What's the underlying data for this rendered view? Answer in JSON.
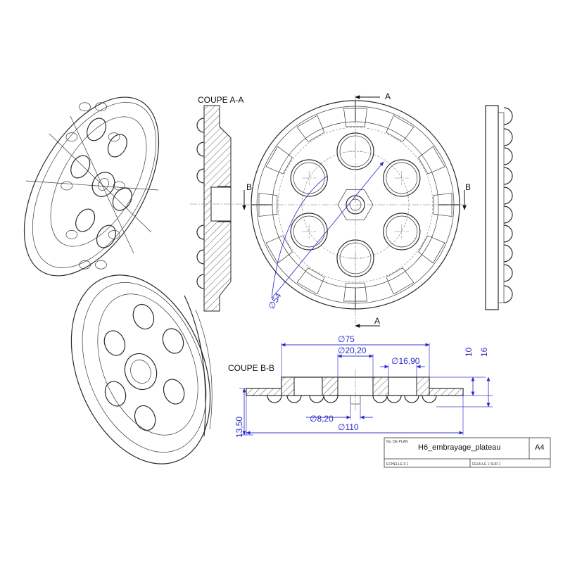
{
  "section_aa": {
    "title": "COUPE A-A"
  },
  "section_bb": {
    "title": "COUPE B-B"
  },
  "markers": {
    "a_top": "A",
    "a_bottom": "A",
    "b_left": "B",
    "b_right": "B"
  },
  "dimensions": {
    "d54": "∅54",
    "d75": "∅75",
    "d20": "∅20,20",
    "d16_90": "∅16,90",
    "h10": "10",
    "h16": "16",
    "h13_50": "13,50",
    "d8_20": "∅8,20",
    "d110": "∅110"
  },
  "title_block": {
    "plan_label": "No. DE PLAN",
    "drawing_name": "H6_embrayage_plateau",
    "format": "A4",
    "scale_label": "ECHELLE:1:1",
    "sheet_label": "FEUILLE 1 SUR 1"
  },
  "colors": {
    "dimension": "#2a2ac8",
    "line": "#2a2a2a"
  }
}
